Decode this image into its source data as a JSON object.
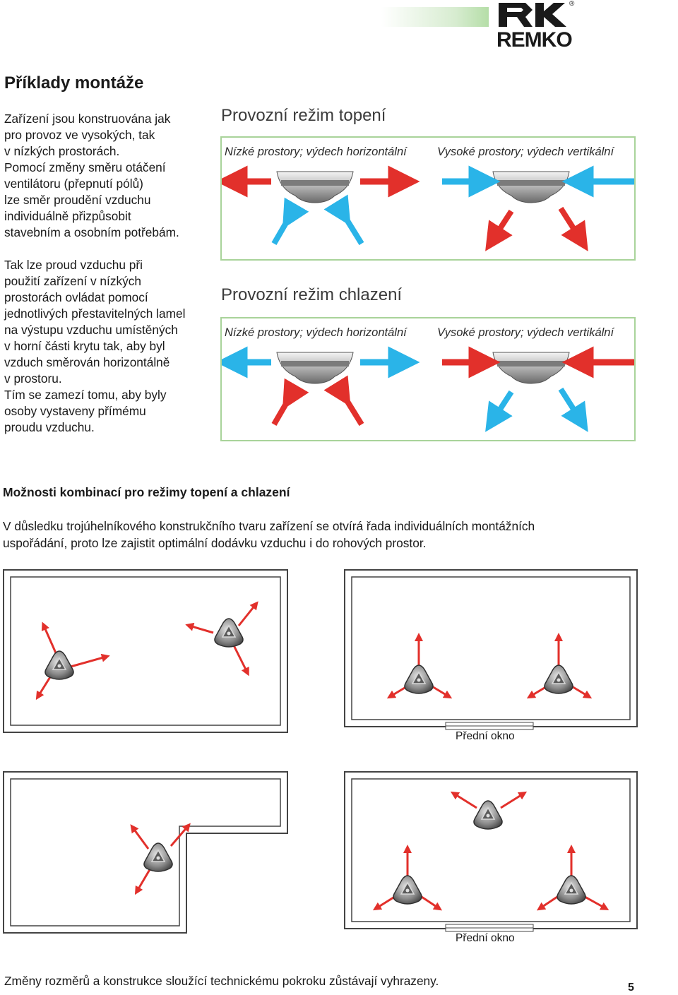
{
  "header": {
    "brand": "REMKO",
    "registered_mark": "®"
  },
  "section": {
    "title": "Příklady montáže",
    "para1": [
      "Zařízení jsou konstruována jak",
      "pro provoz ve vysokých, tak",
      "v nízkých prostorách.",
      "Pomocí změny směru otáčení",
      "ventilátoru (přepnutí pólů)",
      "lze směr proudění vzduchu",
      "individuálně přizpůsobit",
      "stavebním a osobním potřebám."
    ],
    "para2": [
      "Tak lze proud vzduchu při",
      "použití zařízení v nízkých",
      "prostorách ovládat pomocí",
      "jednotlivých přestavitelných lamel",
      "na výstupu vzduchu umístěných",
      "v horní části krytu tak, aby byl",
      "vzduch směrován horizontálně",
      "v prostoru.",
      "Tím se zamezí tomu, aby byly",
      "osoby vystaveny přímému",
      "proudu vzduchu."
    ]
  },
  "modes": {
    "heating": {
      "title": "Provozní režim topení",
      "left_caption": "Nízké prostory; výdech horizontální",
      "right_caption": "Vysoké prostory; výdech vertikální"
    },
    "cooling": {
      "title": "Provozní režim chlazení",
      "left_caption": "Nízké prostory; výdech horizontální",
      "right_caption": "Vysoké prostory; výdech vertikální"
    },
    "colors": {
      "warm_air": "#e2302b",
      "cool_air": "#2ab4e8",
      "frame": "#a9d39a"
    }
  },
  "combinations": {
    "title": "Možnosti kombinací pro režimy topení a chlazení",
    "text": [
      "V důsledku trojúhelníkového konstrukčního tvaru zařízení se otvírá řada individuálních montážních",
      "uspořádání, proto lze zajistit optimální dodávku vzduchu i do rohových prostor."
    ],
    "window_label_1": "Přední okno",
    "window_label_2": "Přední okno"
  },
  "footer": {
    "note": "Změny rozměrů a konstrukce sloužící technickému pokroku zůstávají vyhrazeny.",
    "page": "5"
  }
}
